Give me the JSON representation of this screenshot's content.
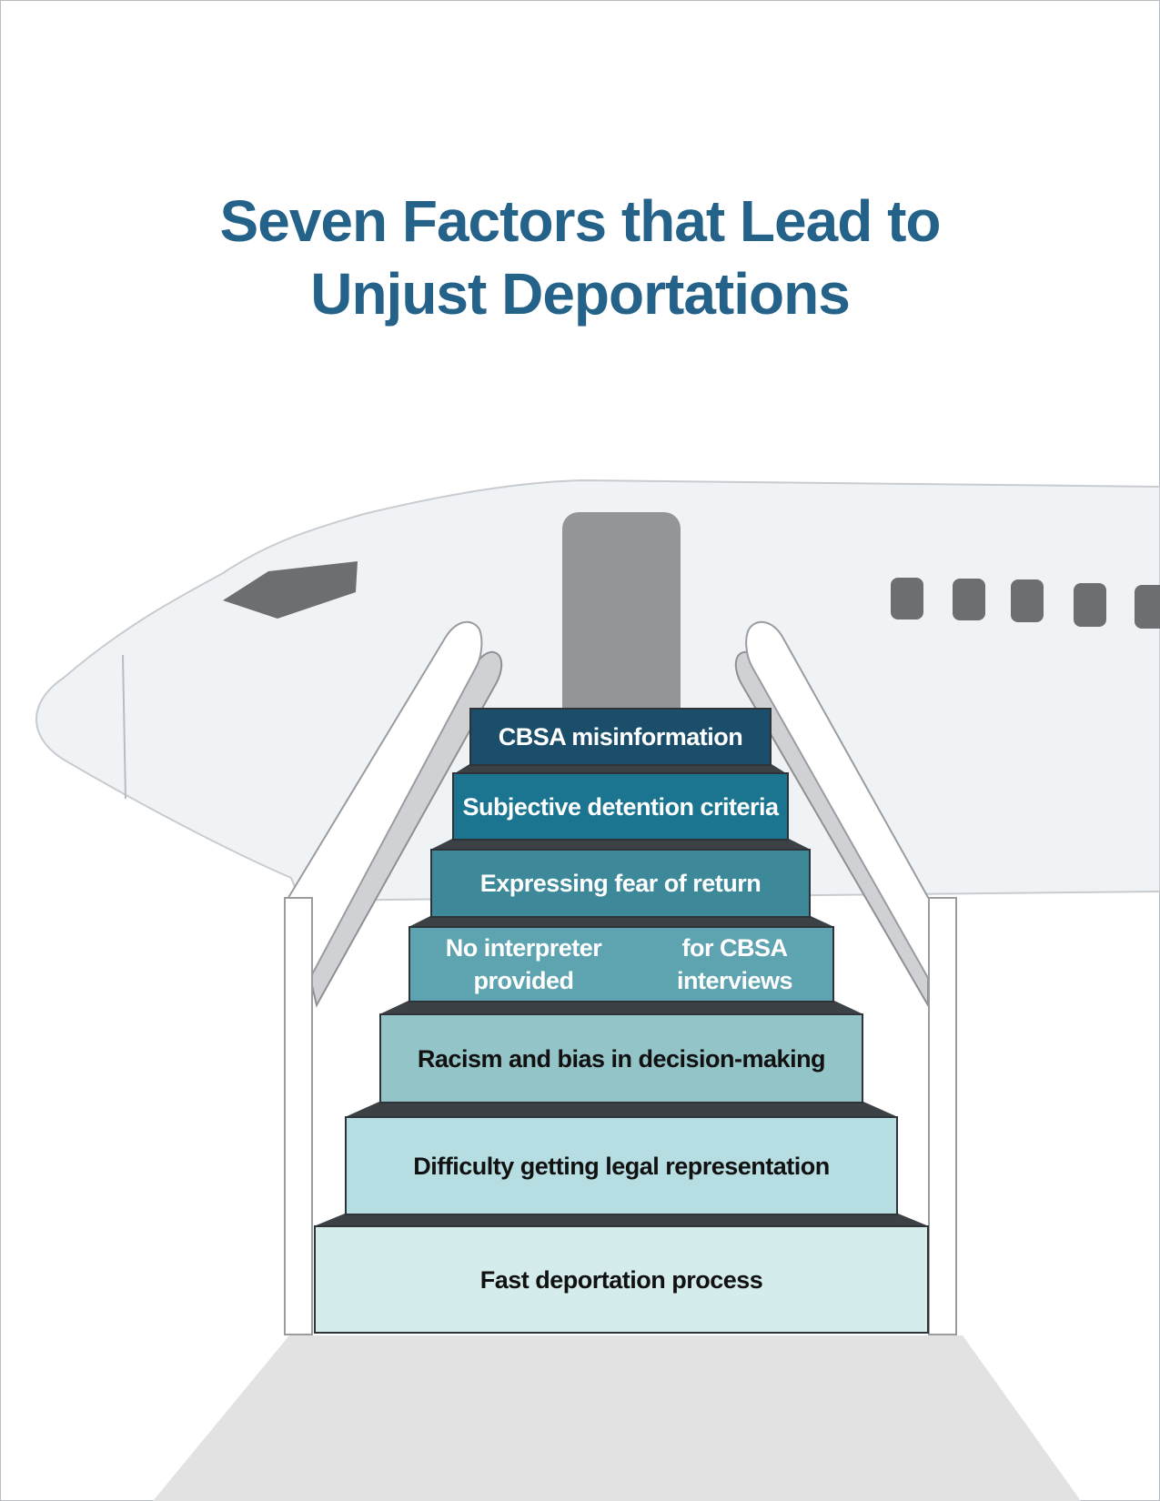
{
  "title": {
    "line1": "Seven Factors that Lead to",
    "line2": "Unjust Deportations"
  },
  "steps": [
    {
      "lines": [
        "CBSA misinformation"
      ],
      "color": "#1a4e6a",
      "text_color": "#ffffff"
    },
    {
      "lines": [
        "Subjective detention criteria"
      ],
      "color": "#1b7590",
      "text_color": "#ffffff"
    },
    {
      "lines": [
        "Expressing fear of return"
      ],
      "color": "#3d8899",
      "text_color": "#ffffff"
    },
    {
      "lines": [
        "No interpreter provided",
        "for CBSA interviews"
      ],
      "color": "#5ea3b0",
      "text_color": "#ffffff"
    },
    {
      "lines": [
        "Racism and bias in decision-making"
      ],
      "color": "#93c4c8",
      "text_color": "#111111"
    },
    {
      "lines": [
        "Difficulty getting legal representation"
      ],
      "color": "#b6dde2",
      "text_color": "#111111"
    },
    {
      "lines": [
        "Fast deportation process"
      ],
      "color": "#d4ecec",
      "text_color": "#111111"
    }
  ],
  "colors": {
    "title": "#246289",
    "plane_body": "#f0f3f6",
    "plane_outline": "#c8ccd0",
    "door": "#939598",
    "windows": "#6d6e71",
    "tarmac": "#e2e2e2"
  }
}
